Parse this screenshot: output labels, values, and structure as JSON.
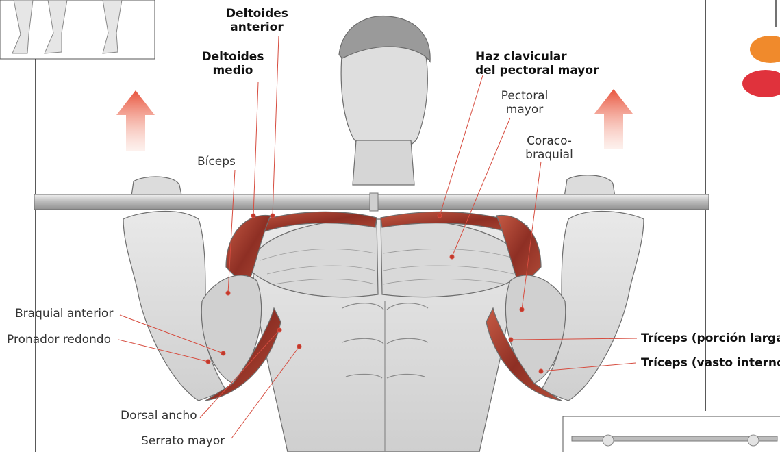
{
  "labels": {
    "deltoides_anterior": "Deltoides\nanterior",
    "deltoides_medio": "Deltoides\nmedio",
    "haz_clavicular": "Haz clavicular\ndel pectoral mayor",
    "pectoral_mayor": "Pectoral\nmayor",
    "coraco_braquial": "Coraco-\nbraquial",
    "biceps": "Bíceps",
    "braquial_anterior": "Braquial anterior",
    "pronador_redondo": "Pronador redondo",
    "dorsal_ancho": "Dorsal ancho",
    "serrato_mayor": "Serrato mayor",
    "triceps_porcion_larga": "Tríceps (porción larga)",
    "triceps_vasto_interno": "Tríceps (vasto interno)"
  },
  "colors": {
    "arrow": "#e8533c",
    "leader_line": "#d64c3f",
    "muscle_red": "#a33a2c",
    "muscle_grey": "#c9c9c9",
    "legend_orange": "#f08a2c",
    "legend_red": "#e0323c"
  },
  "icons": {
    "up_arrow": "up-arrow-icon",
    "legend_dot": "legend-dot-icon"
  }
}
